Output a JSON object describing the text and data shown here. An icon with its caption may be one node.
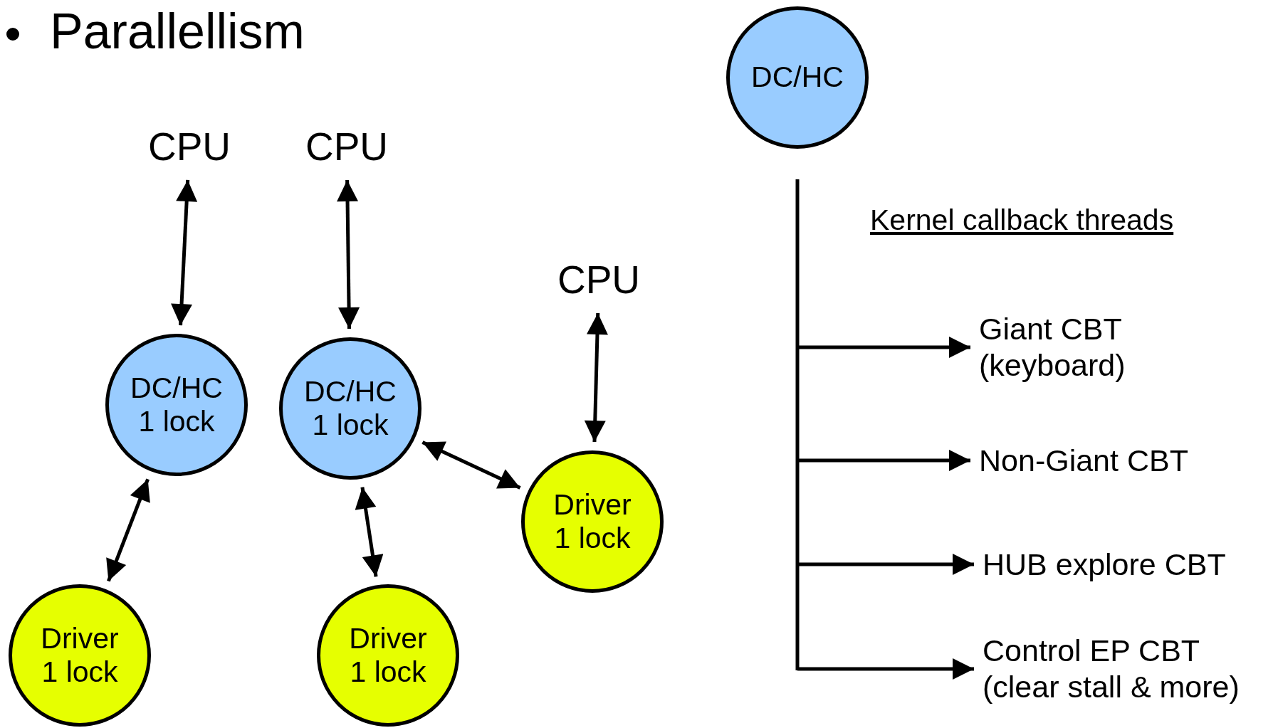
{
  "diagram": {
    "title": "Parallellism",
    "nodes": [
      {
        "text": [
          "CPU"
        ]
      },
      {
        "text": [
          "CPU"
        ]
      },
      {
        "text": [
          "DC/HC"
        ]
      },
      {
        "text": [
          "CPU"
        ]
      },
      {
        "text": [
          "Giant CBT",
          "(keyboard)"
        ]
      },
      {
        "text": [
          "DC/HC",
          "1 lock"
        ]
      },
      {
        "text": [
          "DC/HC",
          "1 lock"
        ]
      },
      {
        "text": [
          "Non-Giant CBT"
        ]
      },
      {
        "text": [
          "Driver",
          "1 lock"
        ]
      },
      {
        "text": [
          "HUB explore CBT"
        ]
      },
      {
        "text": [
          "Driver",
          "1 lock"
        ]
      },
      {
        "text": [
          "Driver",
          "1 lock"
        ]
      },
      {
        "text": [
          "Control EP CBT",
          "(clear stall & more)"
        ]
      }
    ],
    "edges": [
      {
        "from": 0,
        "to": 5,
        "arrow": "both"
      },
      {
        "from": 1,
        "to": 6,
        "arrow": "both"
      },
      {
        "from": 3,
        "to": 8,
        "arrow": "both"
      },
      {
        "from": 5,
        "to": 10,
        "arrow": "both"
      },
      {
        "from": 6,
        "to": 11,
        "arrow": "both"
      },
      {
        "from": 6,
        "to": 8,
        "arrow": "both"
      },
      {
        "from": null,
        "to": 4,
        "arrow": "to"
      },
      {
        "from": null,
        "to": 7,
        "arrow": "to"
      },
      {
        "from": null,
        "to": 9,
        "arrow": "to"
      },
      {
        "from": null,
        "to": 12,
        "arrow": "to"
      }
    ],
    "labels": [
      "Kernel callback threads"
    ]
  }
}
